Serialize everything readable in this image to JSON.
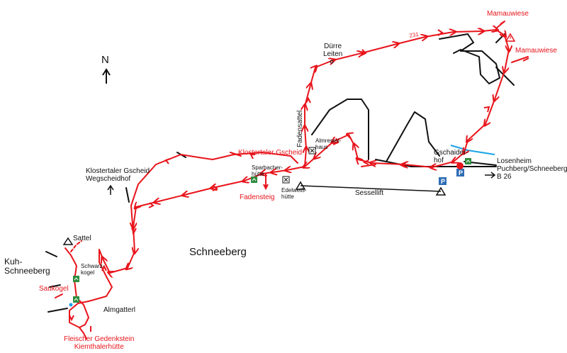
{
  "colors": {
    "route": "#e8141b",
    "road": "#111111",
    "water": "#1aa3e8",
    "parking": "#2f6db5",
    "hut": "#2e8b3c"
  },
  "north": {
    "label": "N"
  },
  "labels": {
    "mamauwiese_top": "Mamauwiese",
    "mamauwiese_right": "Mamauwiese",
    "route_number": "231",
    "duerre_leiten": "Dürre\nLeiten",
    "fadensattel": "Fadensattel",
    "almreserl": "Almreserl-\nhaus",
    "klostertaler_gscheid_red": "Klostertaler Gscheid",
    "klostertaler_gscheid_black": "Klostertaler Gscheid\nWegscheidhof",
    "sparbacher": "Sparbacher-\nhütte",
    "fadensteig": "Fadensteig",
    "edelweiss": "Edelweiß-\nhütte",
    "sessellift": "Sessellift",
    "gschaiderhof": "Gschaider-\nhof",
    "losenheim": "Losenheim\nPuchberg/Schneeberg\nB 26",
    "schneeberg": "Schneeberg",
    "kuh_schneeberg": "Kuh-\nSchneeberg",
    "sattel": "Sattel",
    "schwarzkogel": "Schwarz-\nkogel",
    "saukogel": "Saukogel",
    "almgatterl": "Almgatterl",
    "fleischer": "Fleischer Gedenkstein\nKiemthalerhütte"
  },
  "icons": {
    "north_arrow": "north-arrow-icon",
    "warning": "warning-triangle-icon",
    "parking": "parking-icon",
    "hut": "hut-icon",
    "summit": "summit-triangle-icon",
    "restaurant": "crossed-cutlery-icon",
    "start": "start-point-icon"
  }
}
